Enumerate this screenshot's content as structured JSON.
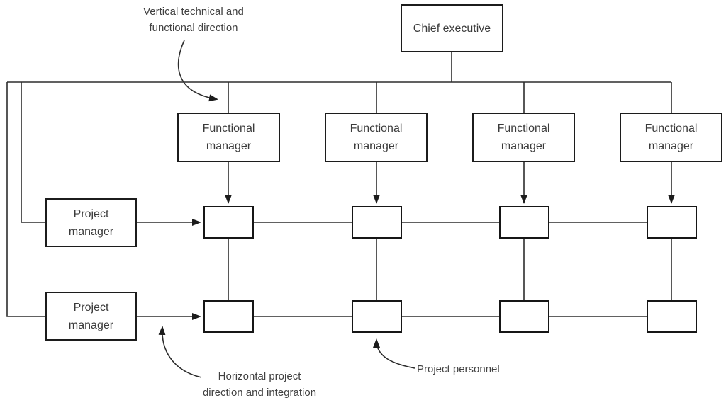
{
  "nodes": {
    "chief": {
      "label": "Chief executive"
    },
    "functional_managers": [
      {
        "label": "Functional manager"
      },
      {
        "label": "Functional manager"
      },
      {
        "label": "Functional manager"
      },
      {
        "label": "Functional manager"
      }
    ],
    "project_managers": [
      {
        "label": "Project manager"
      },
      {
        "label": "Project manager"
      }
    ],
    "personnel_box_count": 8
  },
  "annotations": {
    "vertical_direction": {
      "line1": "Vertical technical and",
      "line2": "functional direction"
    },
    "horizontal_direction": {
      "line1": "Horizontal project",
      "line2": "direction and integration"
    },
    "personnel": {
      "label": "Project personnel"
    }
  },
  "colors": {
    "background": "#ffffff",
    "connector_line": "#2d2d2d",
    "box_border": "#1c1c1c",
    "text": "#3b3b3b"
  }
}
